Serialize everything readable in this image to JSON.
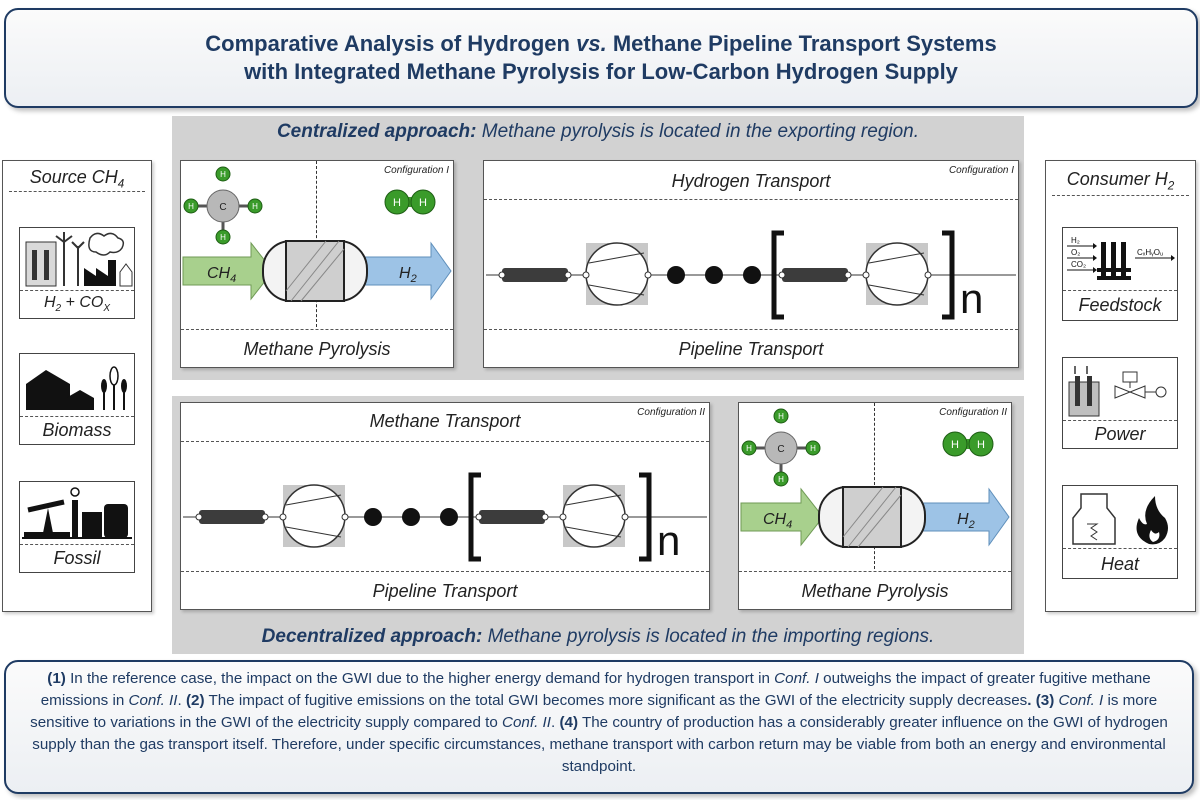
{
  "title": {
    "line1": "Comparative Analysis of Hydrogen vs. Methane Pipeline Transport Systems",
    "line1_a": "Comparative Analysis of Hydrogen ",
    "line1_vs": "vs.",
    "line1_b": " Methane Pipeline Transport Systems",
    "line2": "with Integrated Methane Pyrolysis for Low-Carbon Hydrogen Supply"
  },
  "centralized": {
    "heading_bold": "Centralized approach:",
    "heading_rest": " Methane pyrolysis is located in the exporting region.",
    "pyrolysis_panel": {
      "config": "Configuration I",
      "inlet": "CH4",
      "outlet": "H2",
      "label": "Methane Pyrolysis"
    },
    "transport_panel": {
      "config": "Configuration I",
      "title": "Hydrogen Transport",
      "label": "Pipeline Transport",
      "repeat": "n"
    }
  },
  "decentralized": {
    "heading_bold": "Decentralized approach:",
    "heading_rest": " Methane pyrolysis is located in the importing regions.",
    "transport_panel": {
      "config": "Configuration II",
      "title": "Methane Transport",
      "label": "Pipeline Transport",
      "repeat": "n"
    },
    "pyrolysis_panel": {
      "config": "Configuration II",
      "inlet": "CH4",
      "outlet": "H2",
      "label": "Methane Pyrolysis"
    }
  },
  "source": {
    "title": "Source CH4",
    "items": [
      "H2 + COX",
      "Biomass",
      "Fossil"
    ]
  },
  "consumer": {
    "title": "Consumer H2",
    "items": [
      "Feedstock",
      "Power",
      "Heat"
    ]
  },
  "molecule": {
    "methane_center": "C",
    "methane_h": "H",
    "hydrogen_atom": "H"
  },
  "summary": {
    "n1": "(1)",
    "t1a": " In the reference case, the impact on the GWI due to the higher energy demand for hydrogen transport in ",
    "c1": "Conf. I",
    "t1b": " outweighs the impact of greater fugitive methane emissions in ",
    "c2": "Conf. II",
    "t1c": ". ",
    "n2": "(2)",
    "t2": " The impact of fugitive emissions on the total GWI becomes more significant as the GWI of the electricity supply decreases",
    "n3": ". (3)",
    "c3": " Conf. I",
    "t3": " is more sensitive to variations in the GWI of the electricity supply compared to ",
    "c4": "Conf. II",
    "t3b": ". ",
    "n4": "(4)",
    "t4": " The country of production has a considerably greater influence on the GWI of hydrogen supply than the gas transport itself. Therefore, under specific circumstances, methane transport with carbon return may be viable from both an energy and environmental standpoint."
  },
  "colors": {
    "navy": "#1f3b63",
    "ch4_arrow": "#a8d08d",
    "h2_arrow": "#9dc3e6",
    "h_atom": "#3a9b2a",
    "c_atom": "#a6a6a6"
  }
}
